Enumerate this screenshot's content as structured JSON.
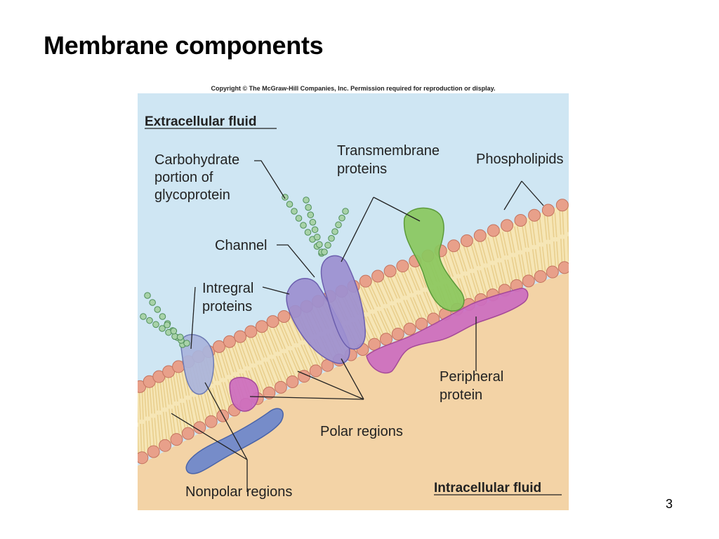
{
  "slide": {
    "title": "Membrane components",
    "number": "3",
    "copyright": "Copyright © The McGraw-Hill Companies, Inc. Permission required for reproduction or display."
  },
  "regions": {
    "extracellular": "Extracellular fluid",
    "intracellular": "Intracellular fluid"
  },
  "labels": {
    "carbohydrate": [
      "Carbohydrate",
      "portion of",
      "glycoprotein"
    ],
    "transmembrane": [
      "Transmembrane",
      "proteins"
    ],
    "phospholipids": [
      "Phospholipids"
    ],
    "channel": [
      "Channel"
    ],
    "integral": [
      "Intregral",
      "proteins"
    ],
    "peripheral": [
      "Peripheral",
      "protein"
    ],
    "polar": [
      "Polar regions"
    ],
    "nonpolar": [
      "Nonpolar regions"
    ]
  },
  "colors": {
    "extracellular": "#cfe6f3",
    "intracellular": "#f3d3a6",
    "lipid_head": "#e8a08a",
    "lipid_head_stroke": "#c4745f",
    "lipid_tail": "#e9cf8e",
    "bilayer_core": "#f6e6b6",
    "channel_protein": "#9c8fd0",
    "transmembrane_protein": "#8ac85e",
    "peripheral_protein": "#cc6cc0",
    "integral_protein": "#a9b4dc",
    "nonpolar_protein": "#6b86cc",
    "carbohydrate_chain": "#a8d2a8"
  }
}
